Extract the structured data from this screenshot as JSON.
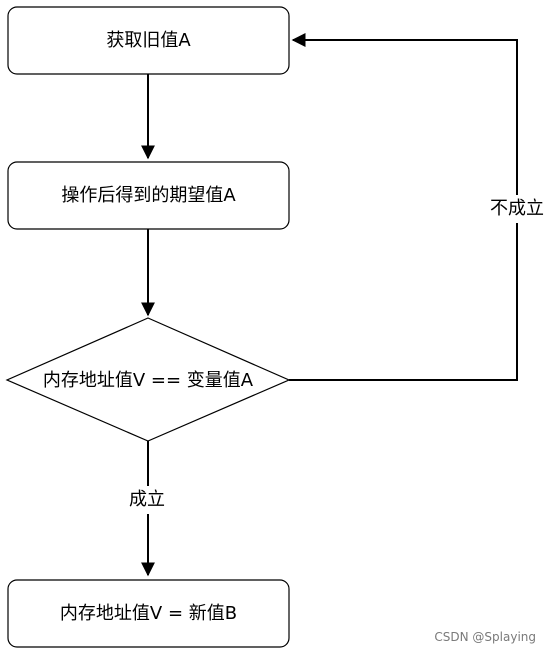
{
  "nodes": {
    "get_old": {
      "label": "获取旧值A"
    },
    "expected": {
      "label": "操作后得到的期望值A"
    },
    "compare": {
      "label": "内存地址值V == 变量值A"
    },
    "assign": {
      "label": "内存地址值V = 新值B"
    }
  },
  "edges": {
    "false_label": "不成立",
    "true_label": "成立"
  },
  "watermark": "CSDN @Splaying"
}
